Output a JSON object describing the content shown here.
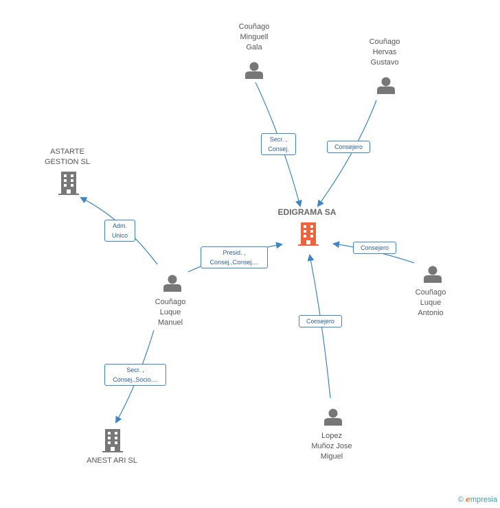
{
  "nodes": {
    "edigrama": {
      "label": "EDIGRAMA SA",
      "type": "company-main"
    },
    "astarte": {
      "label": "ASTARTE\nGESTION SL",
      "type": "company"
    },
    "anest": {
      "label": "ANEST ARI SL",
      "type": "company"
    },
    "minguell": {
      "label": "Couñago\nMinguell\nGala",
      "type": "person"
    },
    "hervas": {
      "label": "Couñago\nHervas\nGustavo",
      "type": "person"
    },
    "manuel": {
      "label": "Couñago\nLuque\nManuel",
      "type": "person"
    },
    "antonio": {
      "label": "Couñago\nLuque\nAntonio",
      "type": "person"
    },
    "lopez": {
      "label": "Lopez\nMuñoz Jose\nMiguel",
      "type": "person"
    }
  },
  "edges": {
    "minguell_edigrama": {
      "label": "Secr. ,\nConsej."
    },
    "hervas_edigrama": {
      "label": "Consejero"
    },
    "manuel_astarte": {
      "label": "Adm.\nUnico"
    },
    "manuel_edigrama": {
      "label": "Presid. ,\nConsej.,Consej...."
    },
    "antonio_edigrama": {
      "label": "Consejero"
    },
    "lopez_edigrama": {
      "label": "Consejero"
    },
    "manuel_anest": {
      "label": "Secr. ,\nConsej.,Socio...."
    }
  },
  "colors": {
    "edge": "#3d85c6",
    "company": "#777777",
    "company_main": "#f0643c",
    "person": "#777777"
  },
  "footer": {
    "copyright": "©",
    "brand_first": "e",
    "brand_rest": "mpresia"
  }
}
